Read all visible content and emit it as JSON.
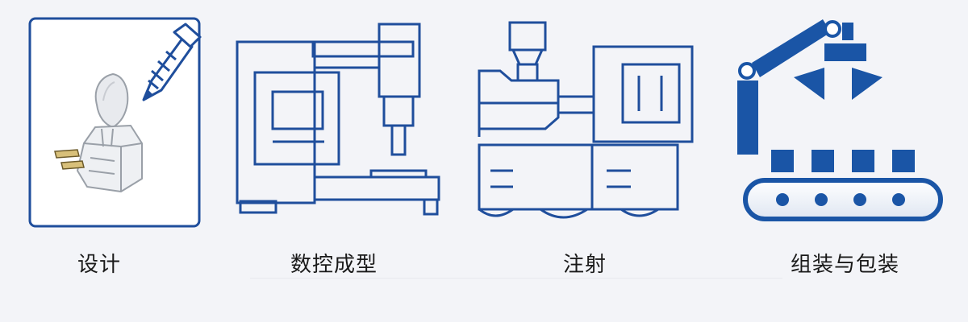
{
  "steps": [
    {
      "label": "设计",
      "icon": "design-pencil-nightlight-icon"
    },
    {
      "label": "数控成型",
      "icon": "cnc-machine-icon"
    },
    {
      "label": "注射",
      "icon": "injection-molding-machine-icon"
    },
    {
      "label": "组装与包装",
      "icon": "assembly-packaging-robot-icon"
    }
  ],
  "colors": {
    "primary": "#1f4e9c",
    "accent": "#1a55a6",
    "text": "#1a1a1a",
    "background": "#f3f4f8"
  }
}
